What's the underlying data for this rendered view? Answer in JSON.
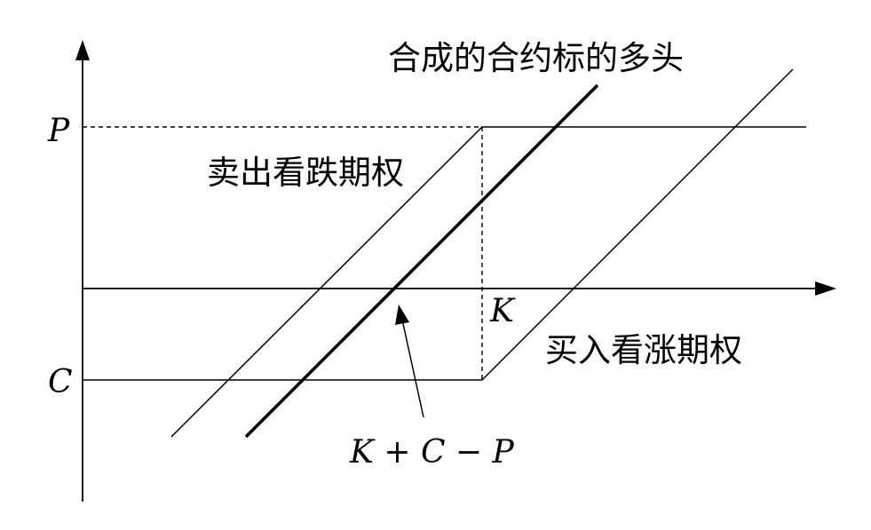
{
  "labels": {
    "p": "P",
    "c": "C",
    "k": "K",
    "synthetic_long": "合成的合约标的多头",
    "short_put": "卖出看跌期权",
    "long_call": "买入看涨期权",
    "strike_expression": "K + C − P"
  },
  "colors": {
    "ink": "#000000",
    "background": "#ffffff"
  }
}
